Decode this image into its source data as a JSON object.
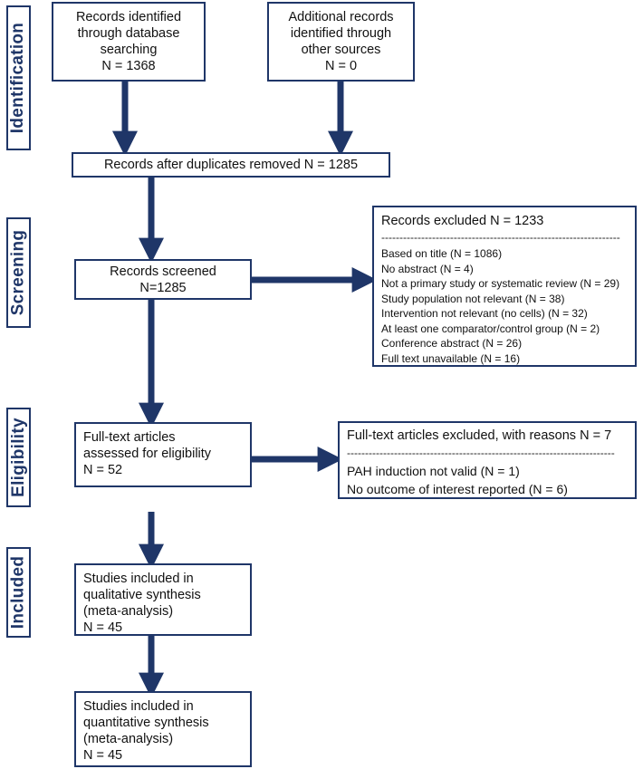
{
  "stages": {
    "identification": "Identification",
    "screening": "Screening",
    "eligibility": "Eligibility",
    "included": "Included"
  },
  "identified_db": [
    "Records identified",
    "through database",
    "searching",
    "N = 1368"
  ],
  "identified_other": [
    "Additional records",
    "identified through",
    "other sources",
    "N = 0"
  ],
  "after_duplicates": "Records after duplicates removed N = 1285",
  "screened": [
    "Records screened",
    "N=1285"
  ],
  "excluded_screening": {
    "title": "Records excluded N = 1233",
    "separator": "------------------------------------------------------------------",
    "items": [
      "Based on title (N = 1086)",
      "No abstract (N = 4)",
      "Not a primary study or systematic review (N = 29)",
      "Study population not relevant (N = 38)",
      "Intervention not relevant (no cells) (N = 32)",
      "At least one comparator/control group (N = 2)",
      "Conference abstract (N = 26)",
      "Full text unavailable (N = 16)"
    ]
  },
  "fulltext": [
    "Full-text articles",
    "assessed for eligibility",
    "N = 52"
  ],
  "excluded_fulltext": {
    "title": "Full-text articles excluded, with reasons N = 7",
    "separator": "--------------------------------------------------------------------------",
    "items": [
      "PAH induction not valid (N = 1)",
      "No outcome of interest reported (N = 6)"
    ]
  },
  "qualitative": [
    "Studies included in",
    "qualitative synthesis",
    "(meta-analysis)",
    "N = 45"
  ],
  "quantitative": [
    "Studies included in",
    "quantitative synthesis",
    "(meta-analysis)",
    "N = 45"
  ],
  "colors": {
    "border": "#1f3668",
    "arrow": "#1f3668"
  }
}
